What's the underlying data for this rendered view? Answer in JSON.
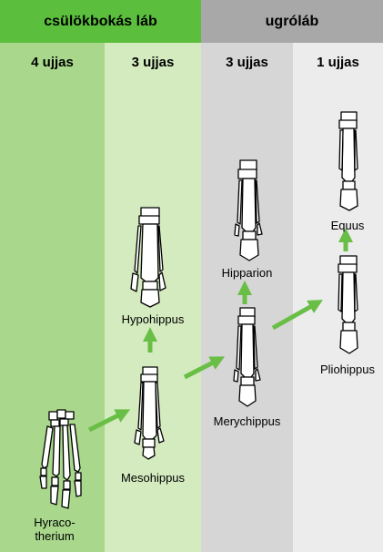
{
  "headers": {
    "left": "csülökbokás láb",
    "right": "ugróláb"
  },
  "toe_counts": [
    "4 ujjas",
    "3 ujjas",
    "3 ujjas",
    "1 ujjas"
  ],
  "species": {
    "hyracotherium_line1": "Hyraco-",
    "hyracotherium_line2": "therium",
    "mesohippus": "Mesohippus",
    "hypohippus": "Hypohippus",
    "merychippus": "Merychippus",
    "hipparion": "Hipparion",
    "pliohippus": "Pliohippus",
    "equus": "Equus"
  },
  "colors": {
    "col1": "#a9d88c",
    "col2": "#d3ebbf",
    "col3": "#d6d6d6",
    "col4": "#ececec",
    "header_left": "#5bbf3d",
    "header_right": "#a8a8a8",
    "arrow": "#69be45"
  }
}
